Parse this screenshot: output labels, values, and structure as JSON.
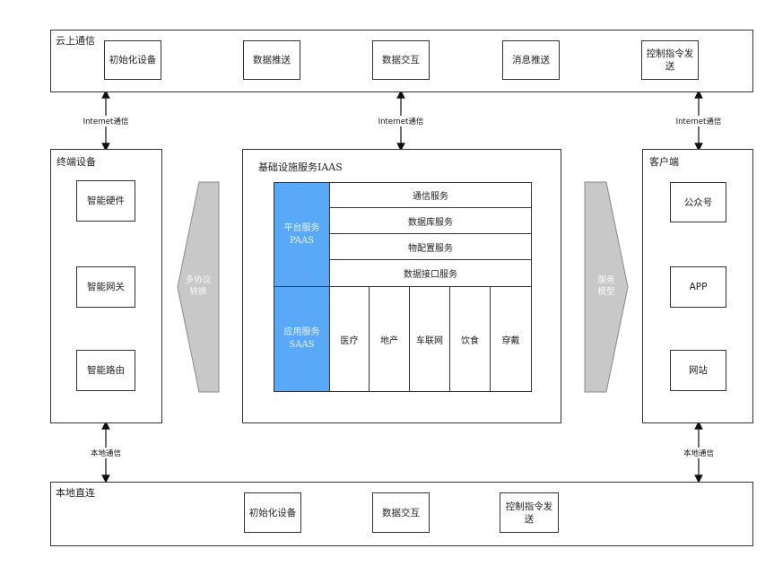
{
  "cloud": {
    "title": "云上通信",
    "nodes": [
      "初始化设备",
      "数据推送",
      "数据交互",
      "消息推送",
      "控制指令发送"
    ]
  },
  "terminal": {
    "title": "终端设备",
    "nodes": [
      "智能硬件",
      "智能网关",
      "智能路由"
    ]
  },
  "infra": {
    "title": "基础设施服务IAAS",
    "paas": {
      "line1": "平台服务",
      "line2": "PAAS"
    },
    "saas": {
      "line1": "应用服务",
      "line2": "SAAS"
    },
    "paas_services": [
      "通信服务",
      "数据库服务",
      "物配置服务",
      "数据接口服务"
    ],
    "saas_apps": [
      "医疗",
      "地产",
      "车联网",
      "饮食",
      "穿戴"
    ]
  },
  "client": {
    "title": "客户端",
    "nodes": [
      "公众号",
      "APP",
      "网站"
    ]
  },
  "local": {
    "title": "本地直连",
    "nodes": [
      "初始化设备",
      "数据交互",
      "控制指令发送"
    ]
  },
  "arrows": {
    "left": {
      "line1": "多协议",
      "line2": "转换"
    },
    "right": {
      "line1": "服务",
      "line2": "模型"
    }
  },
  "links": {
    "internet_left": "Internet通信",
    "internet_mid": "Internet通信",
    "internet_right": "Internet通信",
    "local_left": "本地通信",
    "local_right": "本地通信"
  },
  "colors": {
    "paas_saas_fill": "#5aa8f8",
    "arrow_fill": "#c8c8c8"
  }
}
